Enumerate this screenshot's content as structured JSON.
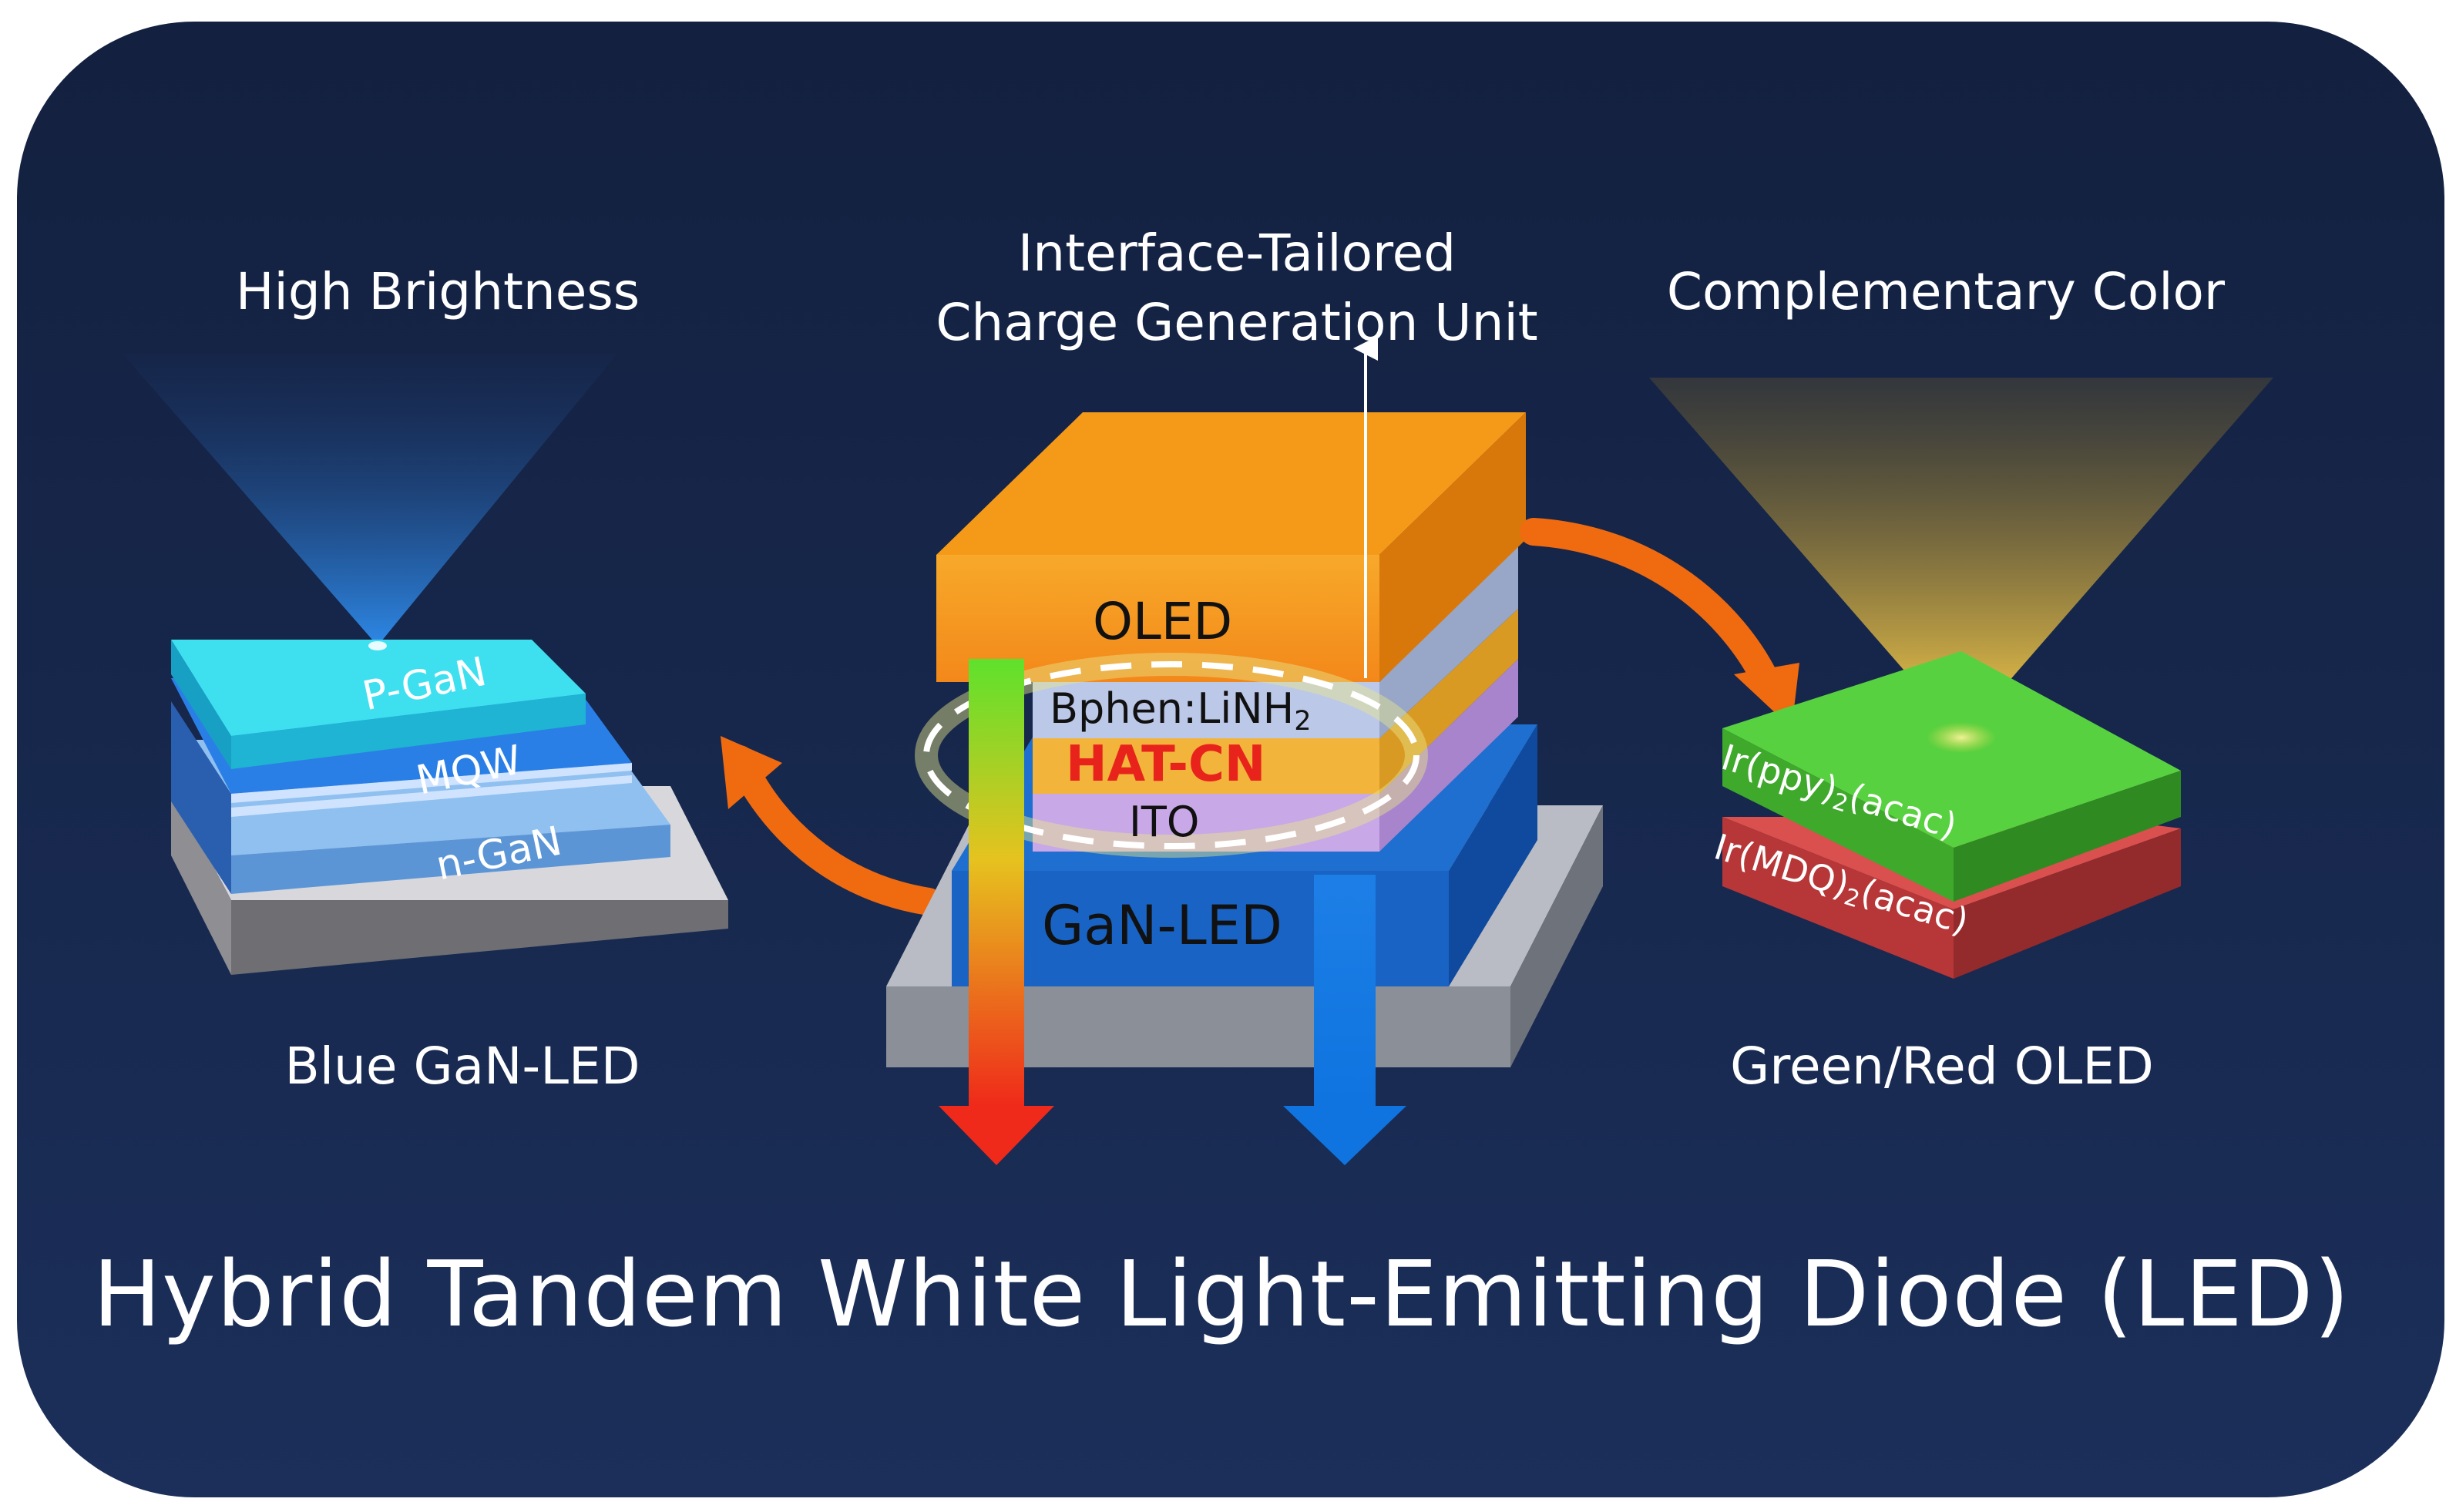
{
  "colors": {
    "background": "#16264b",
    "gan_top": "#2ec6dc",
    "mqw": "#1d6fe0",
    "ngan": "#7fb3ea",
    "substrate": "#a9a9ad",
    "oled_orange": "#f5a019",
    "bphen": "#b9c6e6",
    "hatcn": "#f1b63a",
    "ito": "#c7a8e3",
    "gan_led_blue": "#1863c4",
    "green_oled": "#4fc93a",
    "red_oled": "#c6393b",
    "arrow_orange": "#f06a10"
  },
  "left_panel": {
    "heading": "High Brightness",
    "caption": "Blue GaN-LED",
    "layers": {
      "p_gan": "P-GaN",
      "mqw": "MQW",
      "n_gan": "n-GaN"
    }
  },
  "center_panel": {
    "heading_line1": "Interface-Tailored",
    "heading_line2": "Charge Generation Unit",
    "layers": {
      "oled": "OLED",
      "bphen_main": "Bphen:LiNH",
      "bphen_sub": "2",
      "hat_cn": "HAT-CN",
      "ito": "ITO",
      "gan_led": "GaN-LED"
    }
  },
  "right_panel": {
    "heading": "Complementary Color",
    "caption": "Green/Red OLED",
    "layers": {
      "green_pre": "Ir(ppy)",
      "green_sub": "2",
      "green_post": "(acac)",
      "red_pre": "Ir(MDQ)",
      "red_sub": "2",
      "red_post": "(acac)"
    }
  },
  "title": "Hybrid Tandem White Light-Emitting Diode (LED)"
}
